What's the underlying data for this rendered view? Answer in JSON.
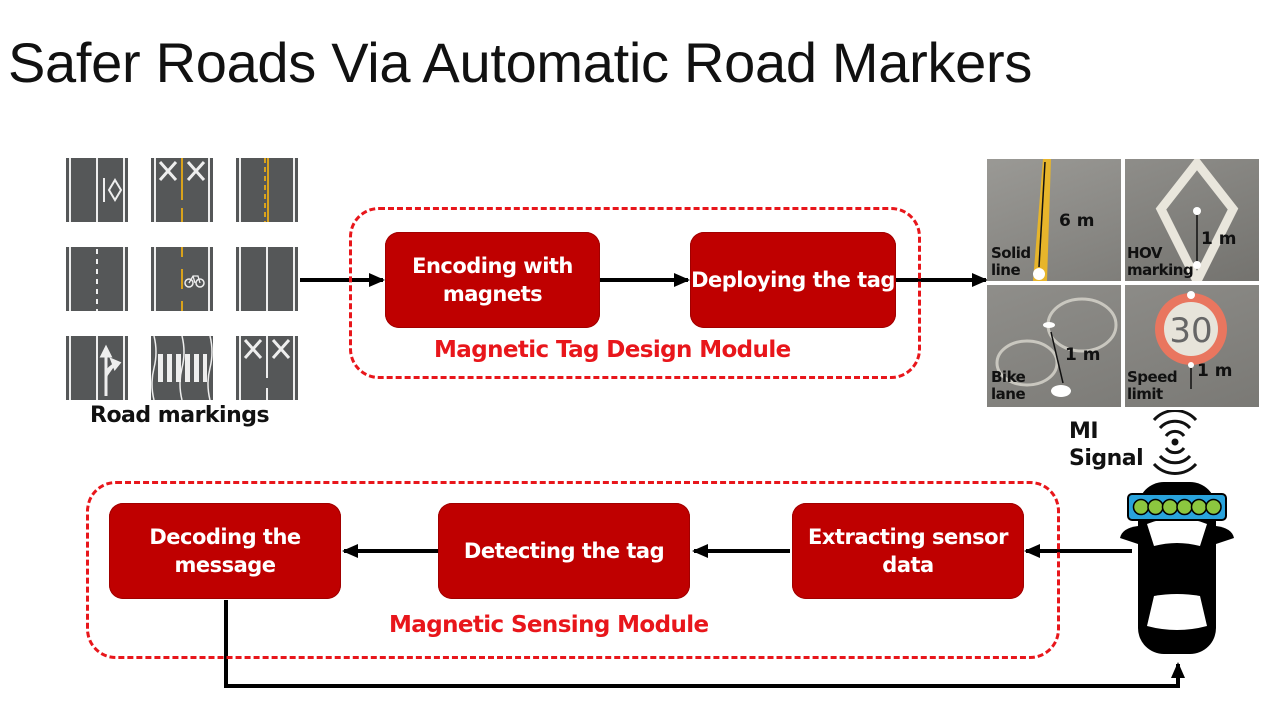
{
  "title": "Safer Roads Via Automatic Road Markers",
  "road_markings": {
    "label": "Road markings",
    "tiles": [
      "hov-diamond",
      "double-x-yellow",
      "yellow-dashed-solid",
      "white-dashed",
      "bike-lane",
      "solid-lanes",
      "turn-arrow",
      "crosswalk",
      "double-x-white"
    ]
  },
  "design_module": {
    "label": "Magnetic Tag Design Module",
    "steps": [
      "Encoding with magnets",
      "Deploying the tag"
    ]
  },
  "photos": [
    {
      "label": "Solid line",
      "distance": "6 m"
    },
    {
      "label": "HOV marking",
      "distance": "1 m"
    },
    {
      "label": "Bike lane",
      "distance": "1 m"
    },
    {
      "label": "Speed limit",
      "distance": "1 m",
      "sign_value": "30"
    }
  ],
  "signal": {
    "label_line1": "MI",
    "label_line2": "Signal"
  },
  "sensing_module": {
    "label": "Magnetic Sensing Module",
    "steps": [
      "Decoding the message",
      "Detecting the tag",
      "Extracting sensor data"
    ]
  },
  "colors": {
    "step_fill": "#bf0000",
    "module_dash": "#e8161b",
    "sensor_bar": "#29a3dc",
    "sensor_dot": "#8cc63f"
  }
}
